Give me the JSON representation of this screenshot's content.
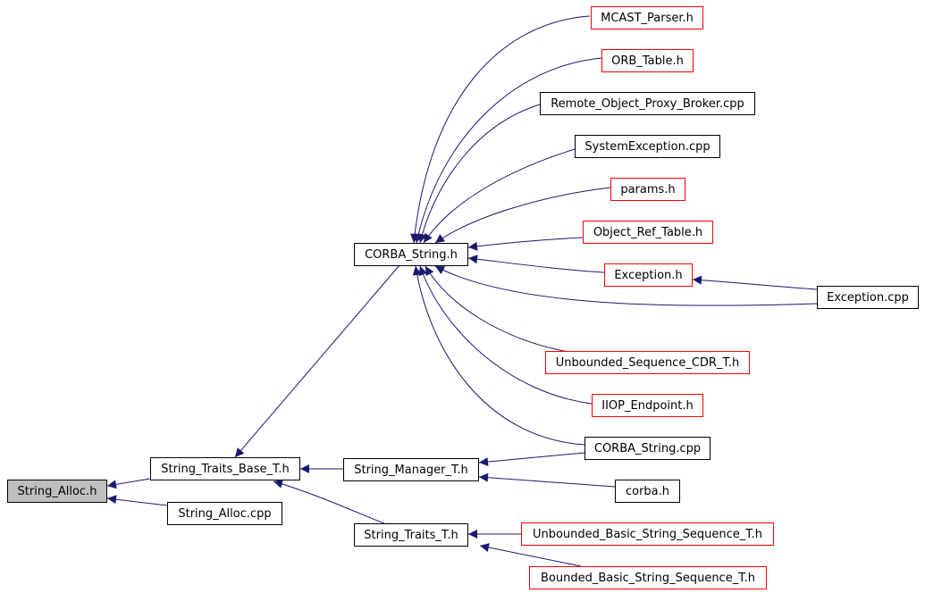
{
  "graph": {
    "nodes": {
      "string_alloc_h": "String_Alloc.h",
      "string_traits_base_t_h": "String_Traits_Base_T.h",
      "string_alloc_cpp": "String_Alloc.cpp",
      "corba_string_h": "CORBA_String.h",
      "string_manager_t_h": "String_Manager_T.h",
      "string_traits_t_h": "String_Traits_T.h",
      "mcast_parser_h": "MCAST_Parser.h",
      "orb_table_h": "ORB_Table.h",
      "remote_object_proxy_broker_cpp": "Remote_Object_Proxy_Broker.cpp",
      "systemexception_cpp": "SystemException.cpp",
      "params_h": "params.h",
      "object_ref_table_h": "Object_Ref_Table.h",
      "exception_h": "Exception.h",
      "exception_cpp": "Exception.cpp",
      "unbounded_sequence_cdr_t_h": "Unbounded_Sequence_CDR_T.h",
      "iiop_endpoint_h": "IIOP_Endpoint.h",
      "corba_string_cpp": "CORBA_String.cpp",
      "corba_h": "corba.h",
      "unbounded_basic_string_sequence_t_h": "Unbounded_Basic_String_Sequence_T.h",
      "bounded_basic_string_sequence_t_h": "Bounded_Basic_String_Sequence_T.h"
    },
    "colors": {
      "edge": "#191970",
      "border_default": "#000000",
      "border_link": "#ff0000",
      "root_fill": "#bfbfbf"
    }
  }
}
